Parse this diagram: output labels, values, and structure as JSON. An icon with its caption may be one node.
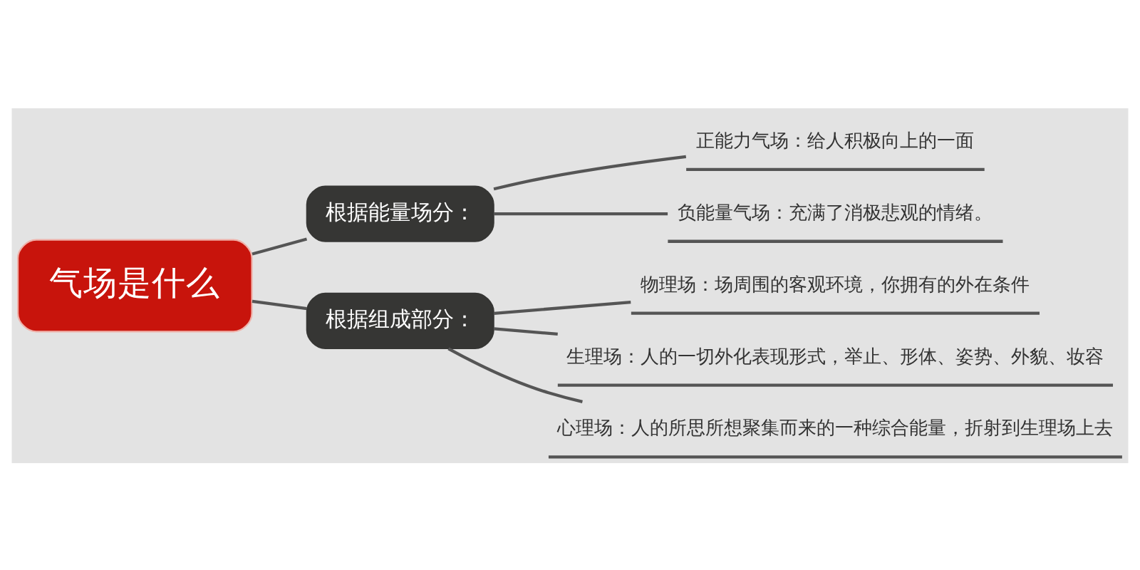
{
  "diagram": {
    "nodes": [
      {
        "text": [
          "气场是什么"
        ]
      },
      {
        "text": [
          "根据能量场分："
        ]
      },
      {
        "text": [
          "正能力气场：给人积极向上的一面"
        ]
      },
      {
        "text": [
          "负能量气场：充满了消极悲观的情绪。"
        ]
      },
      {
        "text": [
          "根据组成部分："
        ]
      },
      {
        "text": [
          "物理场：场周围的客观环境，你拥有的外在条件"
        ]
      },
      {
        "text": [
          "生理场：人的一切外化表现形式，举止、形体、姿势、外貌、妆容"
        ]
      },
      {
        "text": [
          "心理场：人的所思所想聚集而来的一种综合能量，折射到生理场上去"
        ]
      }
    ],
    "edges": [
      {
        "from": 0,
        "to": 1,
        "arrow": "none"
      },
      {
        "from": 1,
        "to": 2,
        "arrow": "none"
      },
      {
        "from": 1,
        "to": 3,
        "arrow": "none"
      },
      {
        "from": 0,
        "to": 4,
        "arrow": "none"
      },
      {
        "from": 4,
        "to": 5,
        "arrow": "none"
      },
      {
        "from": 4,
        "to": 6,
        "arrow": "none"
      },
      {
        "from": 4,
        "to": 7,
        "arrow": "none"
      }
    ]
  }
}
